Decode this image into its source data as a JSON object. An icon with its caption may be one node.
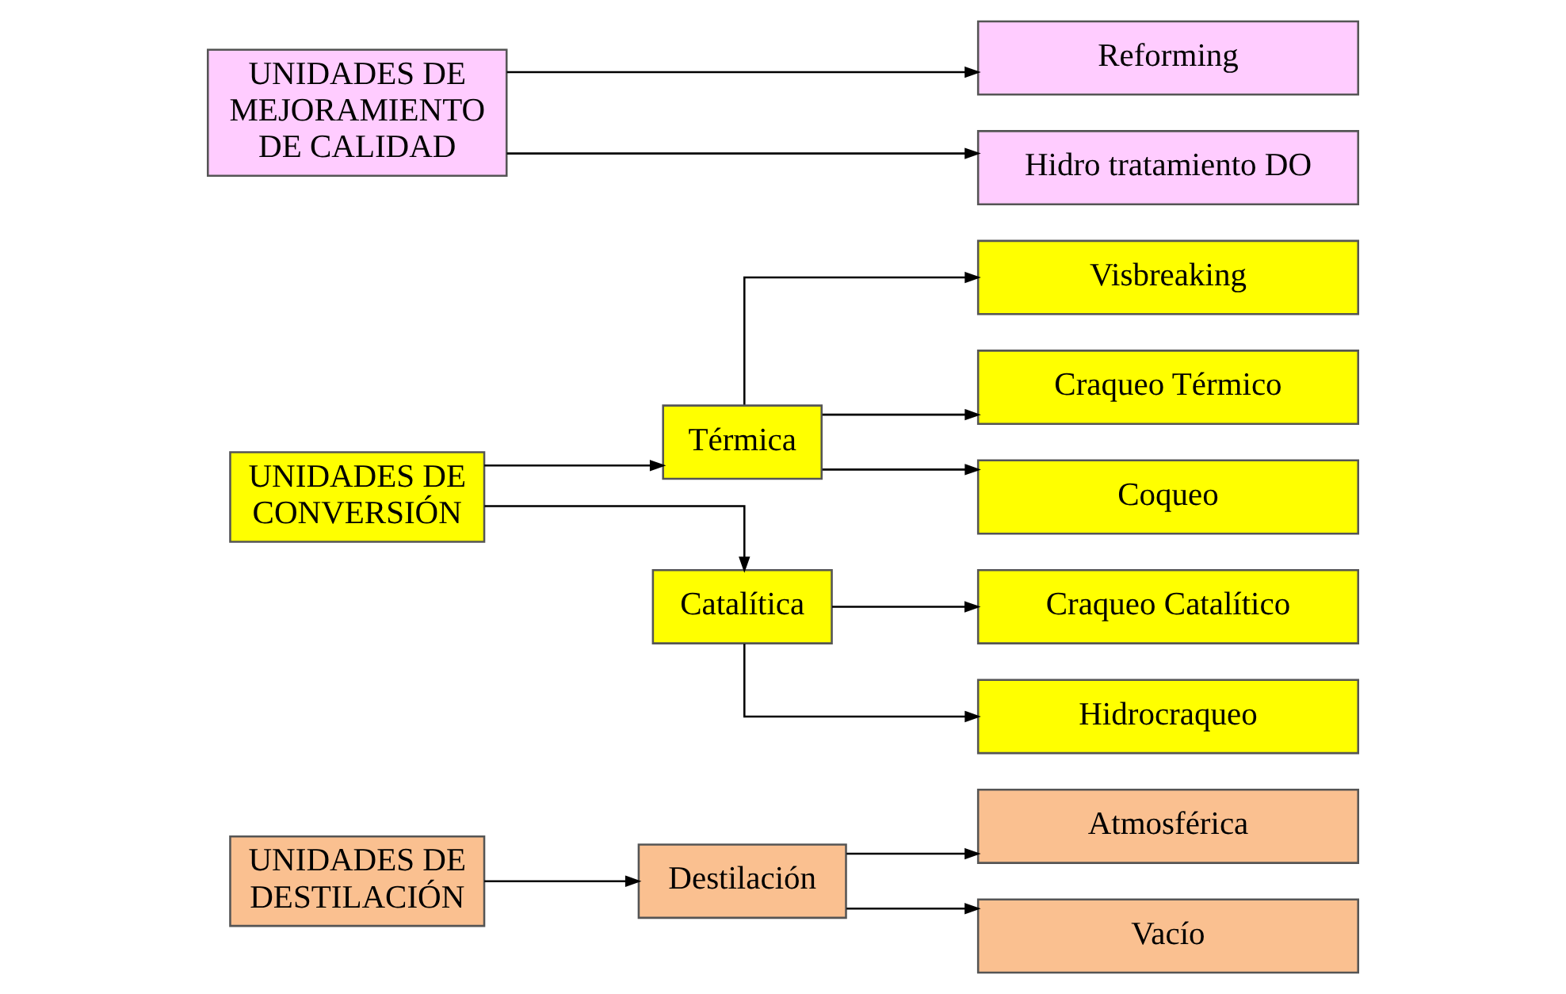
{
  "diagram": {
    "nodes": [
      {
        "text": [
          "UNIDADES DE DESTILACIÓN"
        ]
      },
      {
        "text": [
          "Destilación"
        ]
      },
      {
        "text": [
          "Atmosférica"
        ]
      },
      {
        "text": [
          "Vacío"
        ]
      },
      {
        "text": [
          "UNIDADES DE CONVERSIÓN"
        ]
      },
      {
        "text": [
          "Térmica"
        ]
      },
      {
        "text": [
          "Catalítica"
        ]
      },
      {
        "text": [
          "Visbreaking"
        ]
      },
      {
        "text": [
          "Craqueo Térmico"
        ]
      },
      {
        "text": [
          "Coqueo"
        ]
      },
      {
        "text": [
          "Craqueo Catalítico"
        ]
      },
      {
        "text": [
          "Hidrocraqueo"
        ]
      },
      {
        "text": [
          "UNIDADES DE MEJORAMIENTO DE CALIDAD"
        ]
      },
      {
        "text": [
          "Reforming"
        ]
      },
      {
        "text": [
          "Hidro tratamiento DO"
        ]
      }
    ],
    "edges": [
      {
        "from": 0,
        "to": 1,
        "arrow": "to"
      },
      {
        "from": 1,
        "to": 2,
        "arrow": "to"
      },
      {
        "from": 1,
        "to": 3,
        "arrow": "to"
      },
      {
        "from": 4,
        "to": 5,
        "arrow": "to"
      },
      {
        "from": 4,
        "to": 6,
        "arrow": "to"
      },
      {
        "from": 5,
        "to": 7,
        "arrow": "to"
      },
      {
        "from": 5,
        "to": 8,
        "arrow": "to"
      },
      {
        "from": 5,
        "to": 9,
        "arrow": "to"
      },
      {
        "from": 6,
        "to": 10,
        "arrow": "to"
      },
      {
        "from": 6,
        "to": 11,
        "arrow": "to"
      },
      {
        "from": 12,
        "to": 13,
        "arrow": "to"
      },
      {
        "from": 12,
        "to": 14,
        "arrow": "to"
      }
    ]
  }
}
